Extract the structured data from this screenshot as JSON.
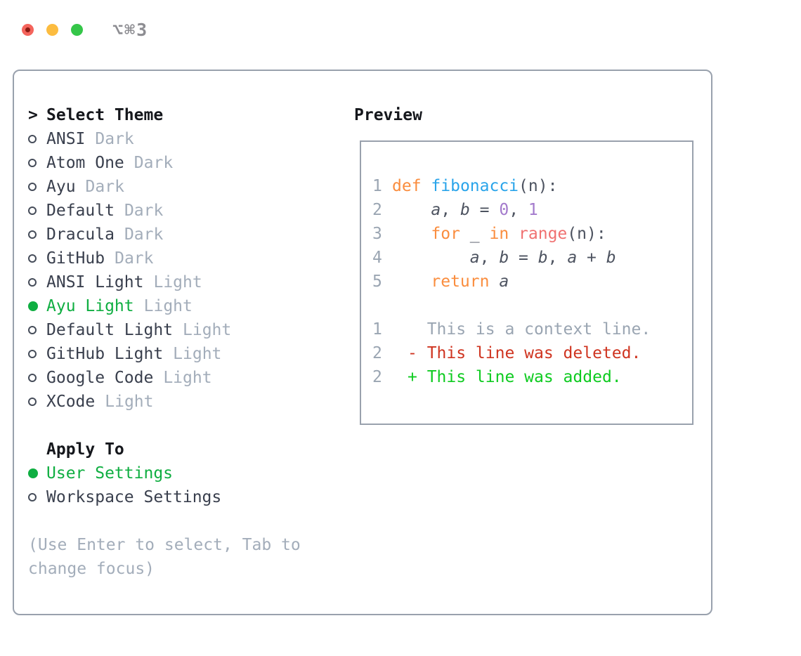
{
  "window": {
    "title": "⌥⌘3",
    "traffic_lights": [
      {
        "name": "close",
        "color": "#f4645c"
      },
      {
        "name": "minimize",
        "color": "#fcbc40"
      },
      {
        "name": "zoom",
        "color": "#35c649"
      }
    ]
  },
  "theme_picker": {
    "header_prefix": ">",
    "header": "Select Theme",
    "items": [
      {
        "name": "ANSI",
        "variant": "Dark",
        "selected": false
      },
      {
        "name": "Atom One",
        "variant": "Dark",
        "selected": false
      },
      {
        "name": "Ayu",
        "variant": "Dark",
        "selected": false
      },
      {
        "name": "Default",
        "variant": "Dark",
        "selected": false
      },
      {
        "name": "Dracula",
        "variant": "Dark",
        "selected": false
      },
      {
        "name": "GitHub",
        "variant": "Dark",
        "selected": false
      },
      {
        "name": "ANSI Light",
        "variant": "Light",
        "selected": false
      },
      {
        "name": "Ayu Light",
        "variant": "Light",
        "selected": true
      },
      {
        "name": "Default Light",
        "variant": "Light",
        "selected": false
      },
      {
        "name": "GitHub Light",
        "variant": "Light",
        "selected": false
      },
      {
        "name": "Google Code",
        "variant": "Light",
        "selected": false
      },
      {
        "name": "XCode",
        "variant": "Light",
        "selected": false
      }
    ],
    "apply_to": {
      "header": "Apply To",
      "options": [
        {
          "label": "User Settings",
          "selected": true
        },
        {
          "label": "Workspace Settings",
          "selected": false
        }
      ]
    },
    "hint": "(Use Enter to select, Tab to change focus)"
  },
  "preview": {
    "header": "Preview",
    "code_lines": [
      {
        "num": "1",
        "tokens": [
          {
            "t": "def",
            "c": "keyword"
          },
          {
            "t": " ",
            "c": "fg"
          },
          {
            "t": "fibonacci",
            "c": "function"
          },
          {
            "t": "(n):",
            "c": "fg"
          }
        ]
      },
      {
        "num": "2",
        "tokens": [
          {
            "t": "    ",
            "c": "fg"
          },
          {
            "t": "a",
            "c": "var"
          },
          {
            "t": ", ",
            "c": "fg"
          },
          {
            "t": "b",
            "c": "var"
          },
          {
            "t": " = ",
            "c": "fg"
          },
          {
            "t": "0",
            "c": "number"
          },
          {
            "t": ", ",
            "c": "fg"
          },
          {
            "t": "1",
            "c": "number"
          }
        ]
      },
      {
        "num": "3",
        "tokens": [
          {
            "t": "    ",
            "c": "fg"
          },
          {
            "t": "for",
            "c": "keyword"
          },
          {
            "t": " _ ",
            "c": "fg"
          },
          {
            "t": "in",
            "c": "keyword"
          },
          {
            "t": " ",
            "c": "fg"
          },
          {
            "t": "range",
            "c": "call"
          },
          {
            "t": "(n):",
            "c": "fg"
          }
        ]
      },
      {
        "num": "4",
        "tokens": [
          {
            "t": "        ",
            "c": "fg"
          },
          {
            "t": "a",
            "c": "var"
          },
          {
            "t": ", ",
            "c": "fg"
          },
          {
            "t": "b",
            "c": "var"
          },
          {
            "t": " = ",
            "c": "fg"
          },
          {
            "t": "b",
            "c": "var"
          },
          {
            "t": ", ",
            "c": "fg"
          },
          {
            "t": "a",
            "c": "var"
          },
          {
            "t": " + ",
            "c": "fg"
          },
          {
            "t": "b",
            "c": "var"
          }
        ]
      },
      {
        "num": "5",
        "tokens": [
          {
            "t": "    ",
            "c": "fg"
          },
          {
            "t": "return",
            "c": "keyword"
          },
          {
            "t": " ",
            "c": "fg"
          },
          {
            "t": "a",
            "c": "var"
          }
        ]
      }
    ],
    "diff_lines": [
      {
        "num": "1",
        "sign": "",
        "text": "This is a context line.",
        "type": "context"
      },
      {
        "num": "2",
        "sign": "-",
        "text": "This line was deleted.",
        "type": "deleted"
      },
      {
        "num": "2",
        "sign": "+",
        "text": "This line was added.",
        "type": "added"
      }
    ]
  },
  "colors": {
    "selection_green": "#0fae41",
    "radio_outline": "#454c59",
    "item_text": "#393f4d",
    "variant_muted": "#a3adba",
    "hint_muted": "#a3adba",
    "header_text": "#15171c",
    "panel_border": "#99a1ad",
    "code_fg": "#4d5360",
    "line_number": "#9aa5b2",
    "syn_keyword": "#fa8d3e",
    "syn_function": "#29a4ea",
    "syn_number": "#a37acc",
    "syn_call": "#f07171",
    "diff_context": "#9aa5b2",
    "diff_deleted": "#cf3420",
    "diff_added": "#0ecb20",
    "titlebar_title": "#8d8d92",
    "traffic_red": "#f4645c",
    "traffic_yellow": "#fcbc40",
    "traffic_green": "#35c649"
  }
}
